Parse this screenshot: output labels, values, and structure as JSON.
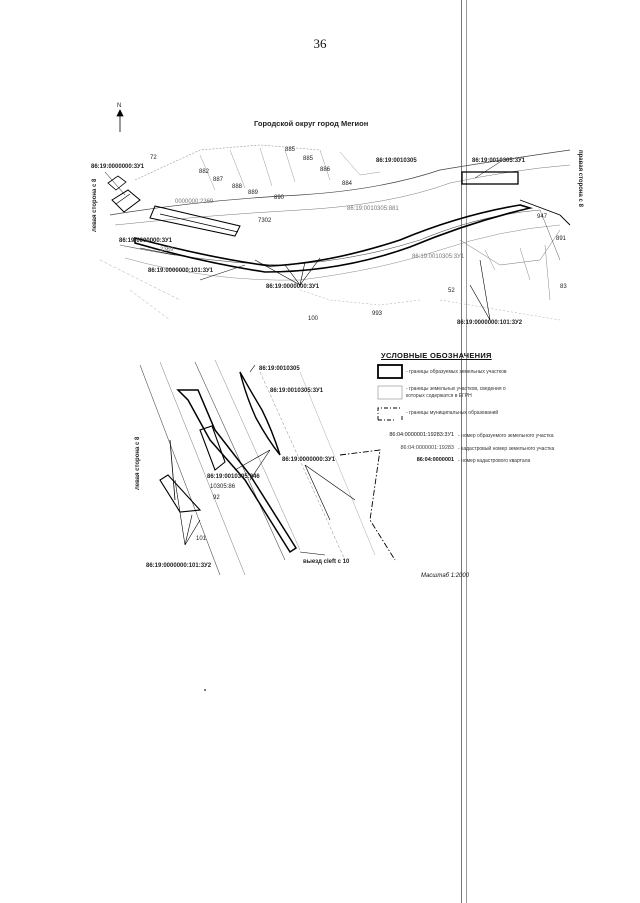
{
  "page_number": "36",
  "map1": {
    "title": "Городской округ город Мегион",
    "north": "N",
    "left_side_label": "левая сторона с 8",
    "right_side_label": "правая сторона с 8",
    "labels": {
      "l_72": "72",
      "l_zu_top_left": "86:19:0000000:3У1",
      "l_882": "882",
      "l_887": "887",
      "l_888": "888",
      "l_889": "889",
      "l_890": "890",
      "l_885": "885",
      "l_886": "886",
      "l_884": "884",
      "l_885b": "885",
      "l_2369": "0000000:2369",
      "l_7302": "7302",
      "l_quarter": "86:19:0010305",
      "l_zu_right": "86:19:0010305:3У1",
      "l_881": "86:19:0010305:881",
      "l_zu_cross_left": "86:19:0000000:3У1",
      "l_2369b": "2369",
      "l_zu_101_3": "86:19:0000000:101:3У1",
      "l_zu_bottom": "86:19:0000000:3У1",
      "l_3u1_mid": "86:19:0010305:3У1",
      "l_947": "947",
      "l_52": "52",
      "l_100": "100",
      "l_993": "993",
      "l_zu_101_2": "86:19:0000000:101:3У2",
      "l_83": "83",
      "l_891": "891"
    }
  },
  "map2": {
    "labels": {
      "quarter": "86:19:0010305",
      "zu_right": "86:19:0010305:3У1",
      "zu_mid": "86:19:0000000:3У1",
      "p_846": "86:19:0010305:846",
      "p_10305": "10305:86",
      "p_92": "92",
      "p_101": "101",
      "zu_bottom": "86:19:0000000:101:3У2",
      "exit_label": "выезд сleft с 10",
      "left_side": "левая сторона с 8"
    }
  },
  "legend": {
    "title": "УСЛОВНЫЕ ОБОЗНАЧЕНИЯ",
    "items": [
      "- границы образуемых земельных участков",
      "- границы земельных участков, сведения о которых содержатся в ЕГРН",
      "- границы муниципальных образований"
    ],
    "codes": [
      {
        "code": "86:04:0000001:19283:3У1",
        "desc": "- номер образуемого земельного участка"
      },
      {
        "code": "86:04:0000001:19283",
        "desc": "- кадастровый номер земельного участка"
      },
      {
        "code": "86:04:0000001",
        "desc": "- номер кадастрового квартала"
      }
    ]
  },
  "scale": "Масштаб 1:2000"
}
